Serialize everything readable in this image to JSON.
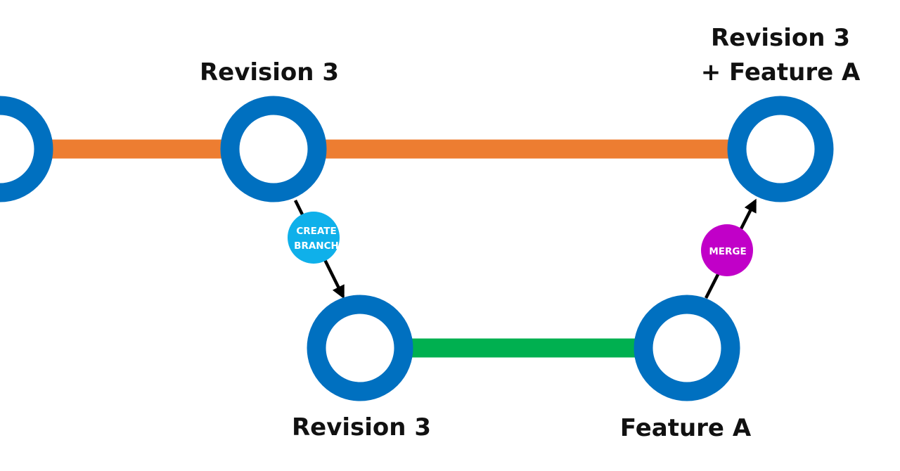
{
  "colors": {
    "main_branch": "#ED7D31",
    "feature_branch": "#00B050",
    "node_ring": "#0070C0",
    "create_branch_badge": "#0FB0EA",
    "merge_badge": "#C100C8",
    "arrow": "#000000"
  },
  "nodes": {
    "main_prev": {
      "label": ""
    },
    "main_rev3": {
      "label": "Revision 3"
    },
    "main_merged": {
      "label_line1": "Revision 3",
      "label_line2": "+ Feature A"
    },
    "feature_rev3": {
      "label": "Revision 3"
    },
    "feature_a": {
      "label": "Feature A"
    }
  },
  "actions": {
    "create_branch": {
      "line1": "CREATE",
      "line2": "BRANCH"
    },
    "merge": {
      "label": "MERGE"
    }
  }
}
